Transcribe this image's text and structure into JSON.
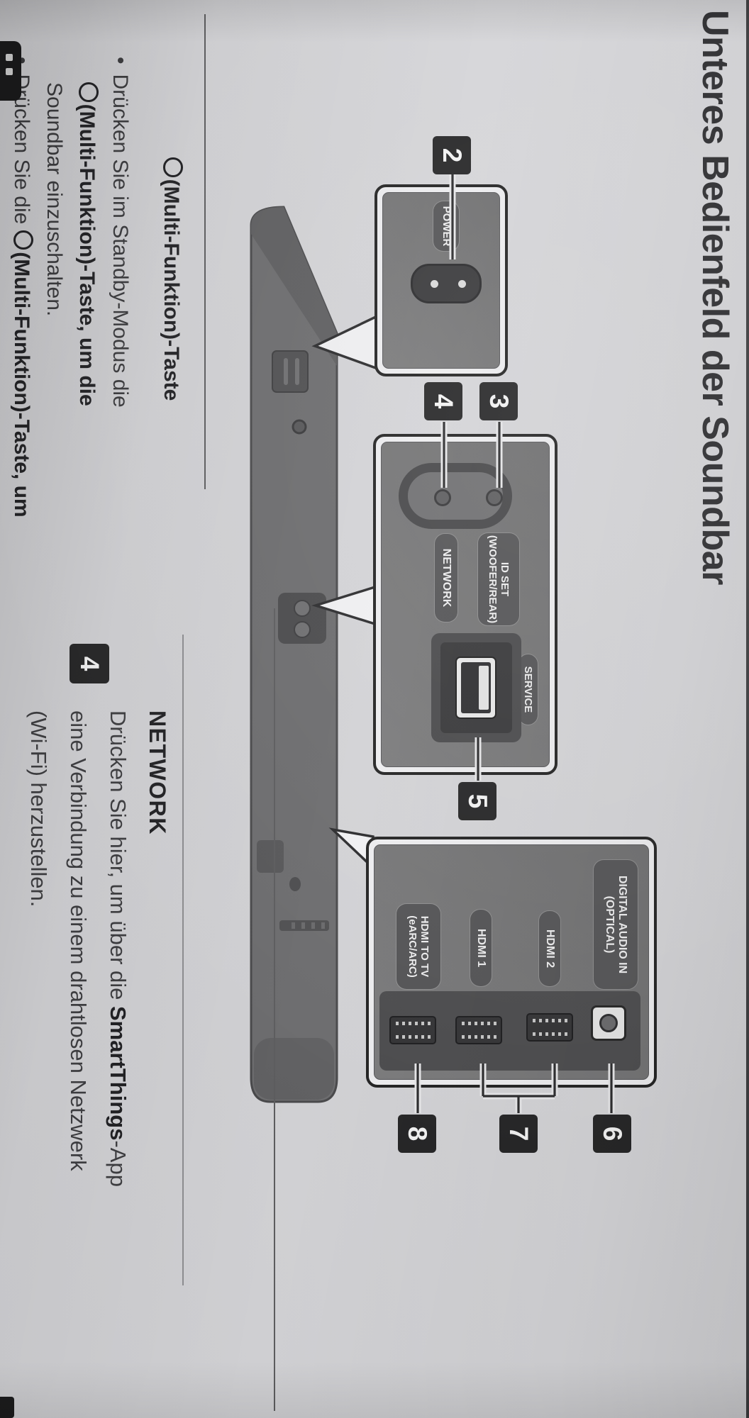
{
  "title": "Unteres Bedienfeld der Soundbar",
  "callouts": {
    "power_box": {
      "badge": "2",
      "power_label": "POWER"
    },
    "io_box": {
      "badge_id_set": "3",
      "badge_network": "4",
      "badge_service": "5",
      "id_set_label_line1": "ID SET",
      "id_set_label_line2": "(WOOFER/REAR)",
      "network_label": "NETWORK",
      "service_label": "SERVICE"
    },
    "hdmi_box": {
      "badge_digital_audio": "6",
      "badge_hdmi_in": "7",
      "badge_hdmi_tv": "8",
      "digital_audio_label_line1": "DIGITAL AUDIO IN",
      "digital_audio_label_line2": "(OPTICAL)",
      "hdmi2_label": "HDMI 2",
      "hdmi1_label": "HDMI 1",
      "hdmi_tv_label_line1": "HDMI TO TV",
      "hdmi_tv_label_line2": "(eARC/ARC)"
    }
  },
  "notes_left": {
    "bullet_glyph": "•",
    "heading": "(Multi-Funktion)-Taste",
    "bullet1_line1": "Drücken Sie im Standby-Modus die",
    "bullet1_line2_bold": "(Multi-Funktion)-Taste, um die",
    "bullet1_line3": "Soundbar einzuschalten.",
    "bullet2_line1_pre": "Drücken Sie die ",
    "bullet2_line1_bold": "(Multi-Funktion)-Taste, um"
  },
  "notes_right": {
    "badge": "4",
    "heading": "NETWORK",
    "body_line1_pre": "Drücken Sie hier, um über die ",
    "body_line1_bold": "SmartThings",
    "body_line1_post": "-App",
    "body_line2": "eine Verbindung zu einem drahtlosen Netzwerk",
    "body_line3": "(Wi-Fi) herzustellen."
  },
  "colors": {
    "paper": "#d3d3d6",
    "panel_gray": "#747476",
    "ink": "#262627",
    "label_pill": "#545456"
  }
}
